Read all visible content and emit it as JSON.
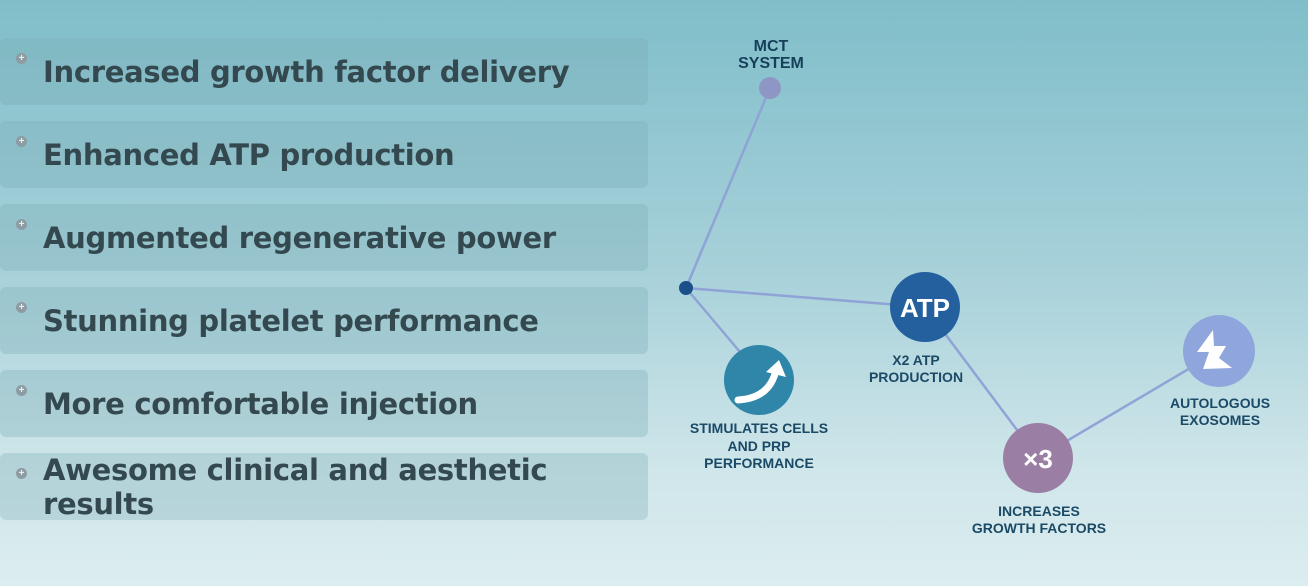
{
  "benefits": [
    {
      "text": "Increased growth factor delivery",
      "icon": "plus-circle-icon"
    },
    {
      "text": "Enhanced ATP production",
      "icon": "plus-circle-icon"
    },
    {
      "text": "Augmented regenerative power",
      "icon": "plus-circle-icon"
    },
    {
      "text": "Stunning platelet performance",
      "icon": "plus-circle-icon"
    },
    {
      "text": "More comfortable injection",
      "icon": "plus-circle-icon"
    },
    {
      "text": "Awesome clinical and aesthetic results",
      "icon": "plus-circle-icon"
    }
  ],
  "diagram": {
    "mct": {
      "line1": "MCT",
      "line2": "SYSTEM",
      "color": "#8d96c4"
    },
    "stimulates": {
      "line1": "STIMULATES CELLS",
      "line2": "AND PRP",
      "line3": "PERFORMANCE",
      "icon": "curved-arrow-up-icon",
      "color": "#2f86a8"
    },
    "atp": {
      "badge": "ATP",
      "line1": "X2 ATP",
      "line2": "PRODUCTION",
      "color": "#245f9e"
    },
    "growth": {
      "badge": "×3",
      "line1": "INCREASES",
      "line2": "GROWTH FACTORS",
      "color": "#9b7ea4"
    },
    "exosomes": {
      "line1": "AUTOLOGOUS",
      "line2": "EXOSOMES",
      "icon": "lightning-bolt-icon",
      "color": "#8fa6dc"
    },
    "line_color": "#8fa3d6",
    "hub_color": "#1a4f8a"
  }
}
